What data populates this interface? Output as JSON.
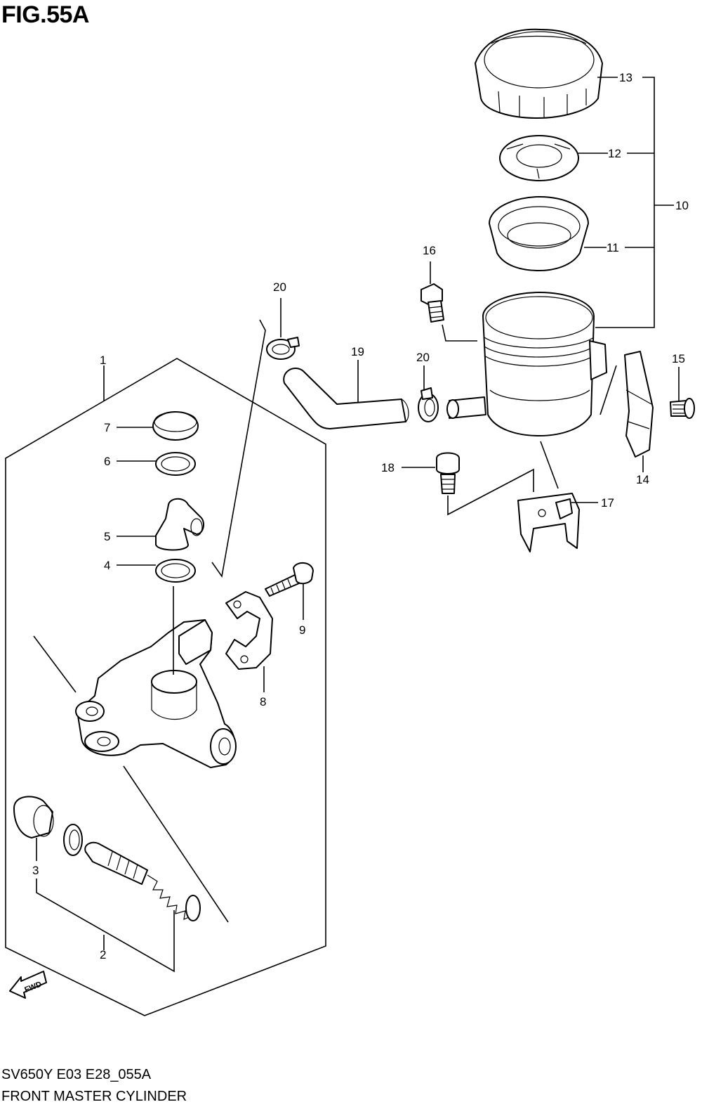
{
  "figure": {
    "title": "FIG.55A",
    "code": "SV650Y E03 E28_055A",
    "name": "FRONT MASTER CYLINDER"
  },
  "callouts": [
    "1",
    "2",
    "3",
    "4",
    "5",
    "6",
    "7",
    "8",
    "9",
    "10",
    "11",
    "12",
    "13",
    "14",
    "15",
    "16",
    "17",
    "18",
    "19",
    "20",
    "20"
  ],
  "icons": {
    "forward_arrow_text": "FWD"
  }
}
